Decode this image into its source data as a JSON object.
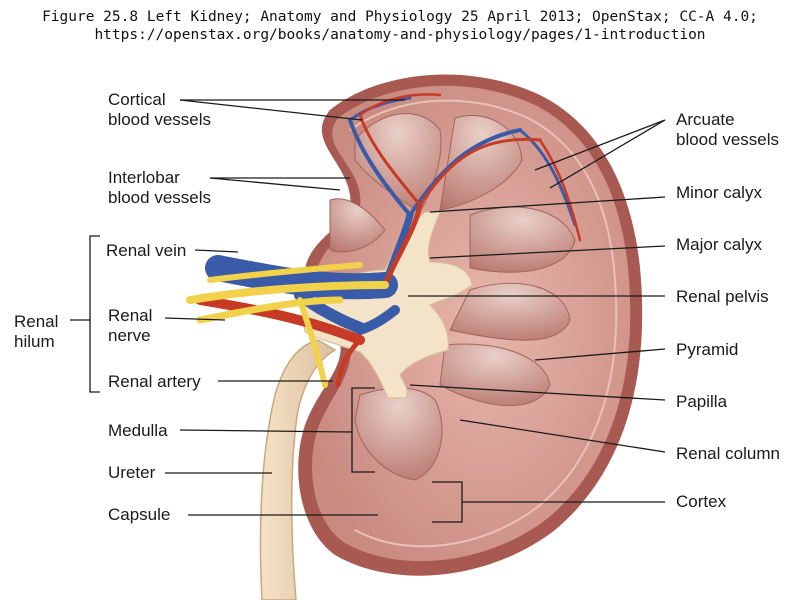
{
  "caption": {
    "line1": "Figure 25.8 Left Kidney; Anatomy and Physiology 25 April 2013; OpenStax; CC-A 4.0;",
    "line2": "https://openstax.org/books/anatomy-and-physiology/pages/1-introduction"
  },
  "labels": {
    "cortical_blood_vessels": [
      "Cortical",
      "blood vessels"
    ],
    "interlobar_blood_vessels": [
      "Interlobar",
      "blood vessels"
    ],
    "renal_vein": "Renal vein",
    "renal_nerve": [
      "Renal",
      "nerve"
    ],
    "renal_hilum": [
      "Renal",
      "hilum"
    ],
    "renal_artery": "Renal artery",
    "medulla": "Medulla",
    "ureter": "Ureter",
    "capsule": "Capsule",
    "arcuate_blood_vessels": [
      "Arcuate",
      "blood vessels"
    ],
    "minor_calyx": "Minor calyx",
    "major_calyx": "Major calyx",
    "renal_pelvis": "Renal pelvis",
    "pyramid": "Pyramid",
    "papilla": "Papilla",
    "renal_column": "Renal column",
    "cortex": "Cortex"
  },
  "colors": {
    "capsule": "#a85a52",
    "cortex": "#d9a096",
    "medulla": "#c9867c",
    "pelvis": "#f3e3c8",
    "vein": "#3a5ba8",
    "artery": "#c73a26",
    "nerve": "#f2d24a",
    "ureter": "#ecd2b0",
    "leader": "#1a1a1a"
  }
}
